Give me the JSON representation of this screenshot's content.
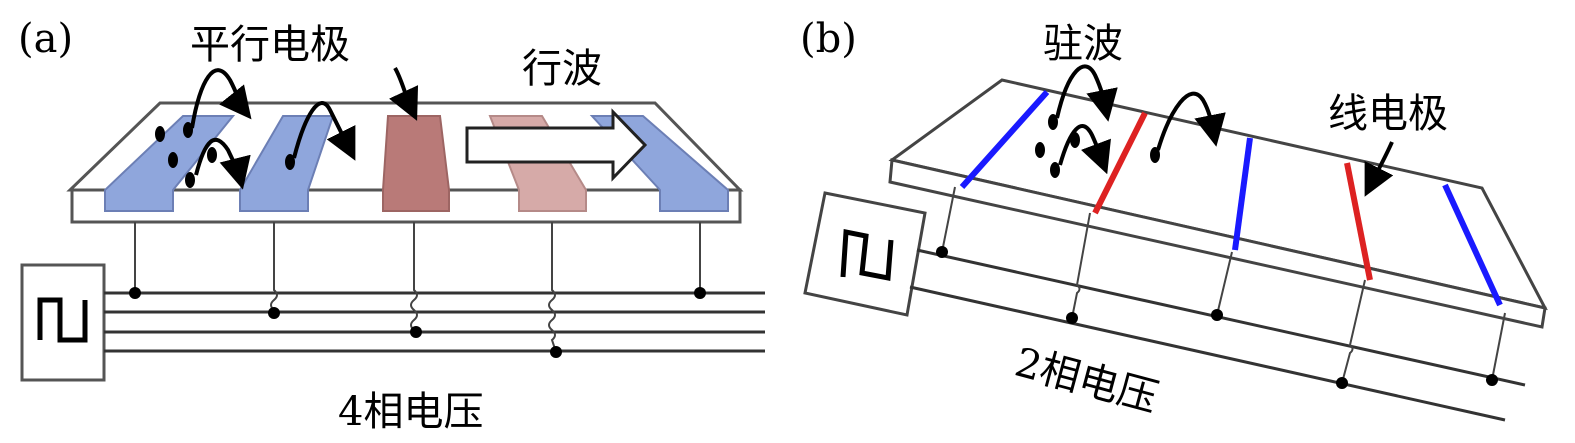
{
  "panel_a": {
    "tag": "(a)",
    "electrode_label": "平行电极",
    "wave_label": "行波",
    "voltage_label": "4相电压"
  },
  "panel_b": {
    "tag": "(b)",
    "wave_label": "驻波",
    "electrode_label": "线电极",
    "voltage_label": "2相电压"
  },
  "colors": {
    "blue_electrode": "#8fa6dc",
    "red_electrode": "#b97a78",
    "pink_electrode": "#d6aaa8",
    "blue_line": "#1a1aff",
    "red_line": "#dd2222"
  }
}
